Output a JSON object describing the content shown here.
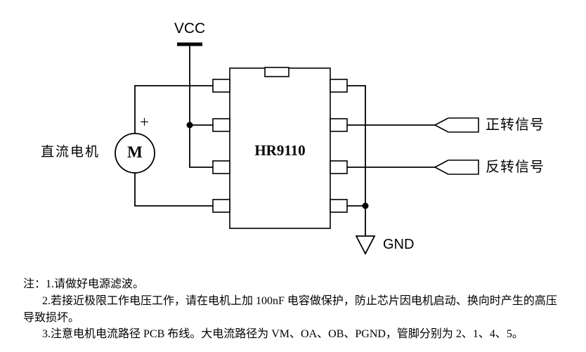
{
  "diagram": {
    "vcc_label": "VCC",
    "gnd_label": "GND",
    "ic_label": "HR9110",
    "motor_symbol": "M",
    "plus_sign": "+",
    "motor_label": "直流电机",
    "forward_signal_label": "正转信号",
    "reverse_signal_label": "反转信号"
  },
  "notes": {
    "lines": [
      "注：1.请做好电源滤波。",
      "2.若接近极限工作电压工作，请在电机上加 100nF 电容做保护，防止芯片因电机启动、换向时产生的高压",
      "导致损坏。",
      "3.注意电机电流路径 PCB 布线。大电流路径为 VM、OA、OB、PGND，管脚分别为 2、1、4、5。"
    ]
  },
  "colors": {
    "line": "#000000",
    "background": "#ffffff"
  }
}
